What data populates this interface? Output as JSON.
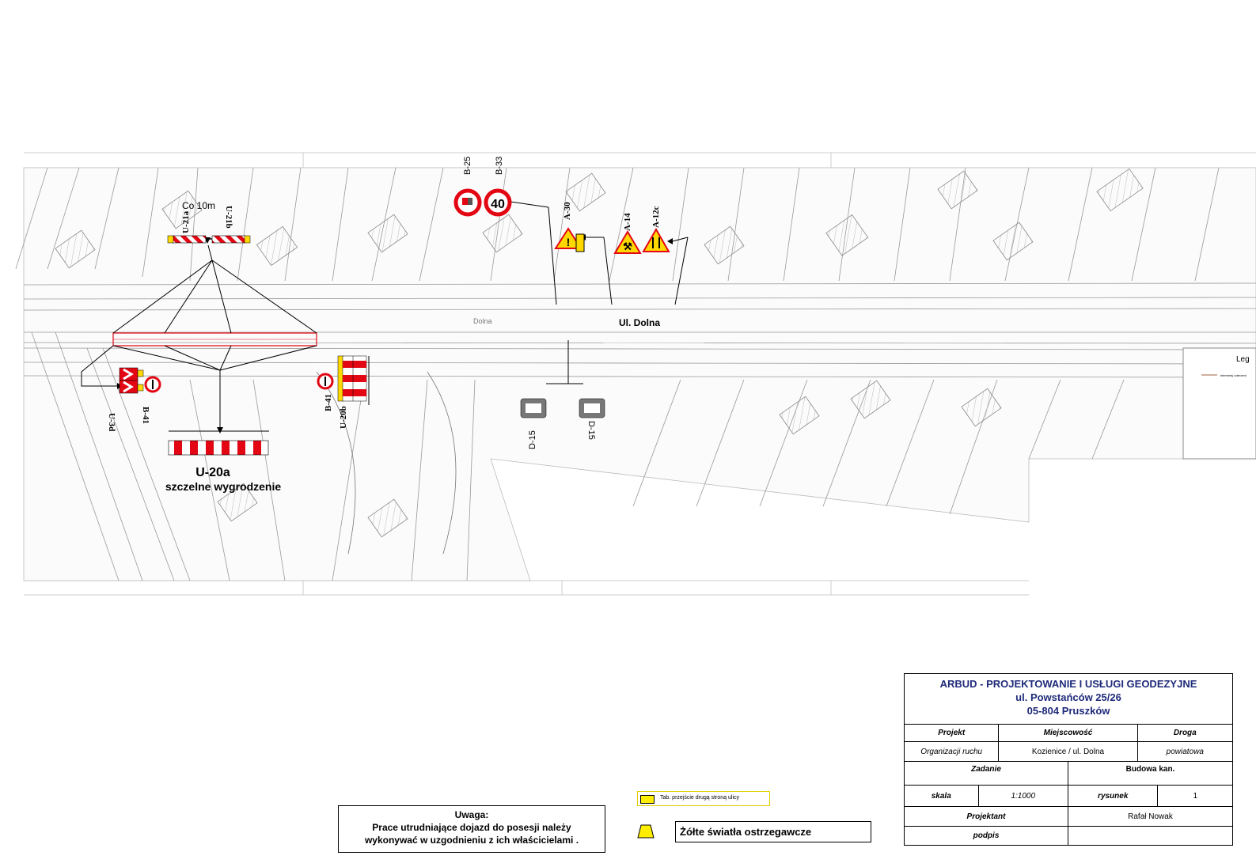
{
  "street_label": "Ul. Dolna",
  "street_label_faint": "Dolna",
  "spacing_note": "Co 10m",
  "signs": {
    "u21a": "U-21a",
    "u21b": "U-21b",
    "b25": "B-25",
    "b33": "B-33",
    "b33_value": "40",
    "a30": "A-30",
    "a14": "A-14",
    "a12c": "A-12c",
    "u3d": "U-3d",
    "b41_left": "B-41",
    "b41_right": "B-41",
    "u20b": "U-20b",
    "d15_left": "D-15",
    "d15_right": "D-15",
    "u20a": "U-20a",
    "u20a_desc": "szczelne wygrodzenie"
  },
  "legend_map": {
    "title": "Leg",
    "item": "elementy oderzeni"
  },
  "title_block": {
    "company": "ARBUD - PROJEKTOWANIE I USŁUGI GEODEZYJNE",
    "address": "ul. Powstańców 25/26",
    "city": "05-804 Pruszków",
    "projekt_label": "Projekt",
    "miejscowosc_label": "Miejscowość",
    "droga_label": "Droga",
    "projekt_value": "Organizacji ruchu",
    "miejscowosc_value": "Kozienice / ul. Dolna",
    "droga_value": "powiatowa",
    "zadanie_label": "Zadanie",
    "zadanie_value": "Budowa kan.",
    "skala_label": "skala",
    "skala_value": "1:1000",
    "rysunek_label": "rysunek",
    "rysunek_value": "1",
    "projektant_label": "Projektant",
    "projektant_value": "Rafał Nowak",
    "podpis_label": "podpis",
    "podpis_value": ""
  },
  "note": {
    "title": "Uwaga:",
    "line1": "Prace utrudniające dojazd do posesji należy",
    "line2": "wykonywać w uzgodnieniu z ich właścicielami ."
  },
  "legend": {
    "yellow_tab": "Tab. przejście drugą stroną ulicy",
    "yellow_lights": "Żółte światła ostrzegawcze"
  },
  "colors": {
    "red": "#e30613",
    "yellow": "#ffd800",
    "title_blue": "#1f2a7a"
  }
}
